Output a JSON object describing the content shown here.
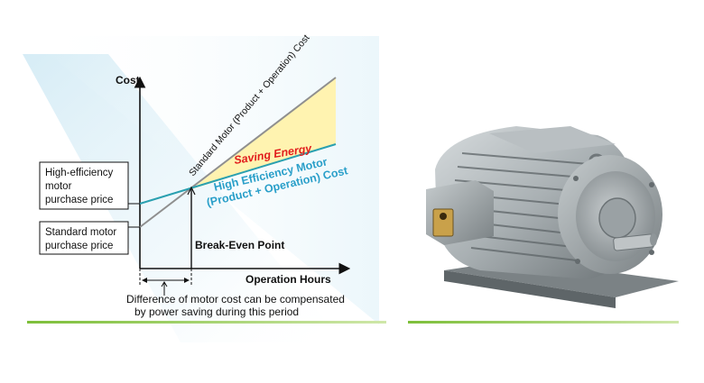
{
  "diagram": {
    "cost_axis_label": "Cost",
    "hours_axis_label": "Operation Hours",
    "standard_line_label": "Standard Motor (Product + Operation) Cost",
    "saving_label": "Saving Energy",
    "high_eff_line_label_1": "High Efficiency Motor",
    "high_eff_line_label_2": "(Product + Operation) Cost",
    "high_eff_box": [
      "High-efficiency",
      "motor",
      "purchase price"
    ],
    "standard_box": [
      "Standard motor",
      "purchase price"
    ],
    "break_even_label": "Break-Even Point",
    "note_1": "Difference of motor cost can be compensated",
    "note_2": "by power saving during this period",
    "colors": {
      "standard_line": "#8f8f8f",
      "high_eff_line": "#2aa0b0",
      "high_eff_text": "#2a9fc9",
      "saving_fill": "#fff3b0",
      "saving_text": "#e11d1d",
      "accent_bar": "#8cc63f"
    }
  },
  "motor_image": {
    "icon": "electric-motor-icon",
    "body_color": "#a9b0b3"
  }
}
